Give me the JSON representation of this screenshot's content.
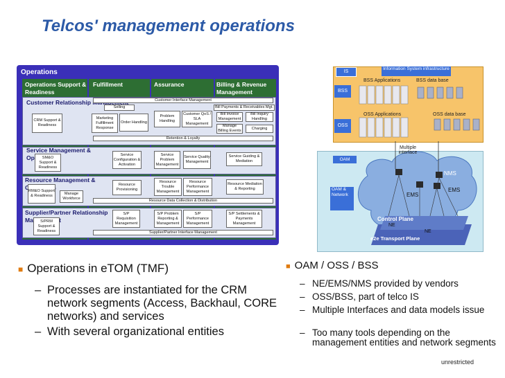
{
  "title": "Telcos' management operations",
  "etom": {
    "operations_label": "Operations",
    "columns": {
      "ops_support": "Operations Support & Readiness",
      "fulfillment": "Fulfillment",
      "assurance": "Assurance",
      "billing": "Billing & Revenue Management"
    },
    "crm": {
      "title": "Customer Relationship Management",
      "support": "CRM Support & Readiness",
      "interface_bar": "Customer Interface Management",
      "selling": "Selling",
      "marketing": "Marketing Fulfillment Response",
      "order": "Order Handling",
      "problem": "Problem Handling",
      "qos": "Customer QoS / SLA Management",
      "bill_payments": "Bill Payments & Receivables Mgt.",
      "bill_invoice": "Bill Invoice Management",
      "bill_inquiry": "Bill Inquiry Handling",
      "manage_billing": "Manage Billing Events",
      "charging": "Charging",
      "retention": "Retention & Loyalty"
    },
    "sm": {
      "title": "Service Management & Operations",
      "support": "SM&O Support & Readiness",
      "config": "Service Configuration & Activation",
      "problem": "Service Problem Management",
      "quality": "Service Quality Management",
      "guiding": "Service Guiding & Mediation"
    },
    "rm": {
      "title": "Resource Management & Operations",
      "support": "RM&O Support & Readiness",
      "workforce": "Manage Workforce",
      "provisioning": "Resource Provisioning",
      "trouble": "Resource Trouble Management",
      "performance": "Resource Performance Management",
      "mediation": "Resource Mediation & Reporting",
      "data_bar": "Resource Data Collection & Distribution"
    },
    "sp": {
      "title": "Supplier/Partner Relationship Management",
      "support": "S/PRM Support & Readiness",
      "requisition": "S/P Requisition Management",
      "problem": "S/P Problem Reporting & Management",
      "performance": "S/P Performance Management",
      "settlements": "S/P Settlements & Payments Management",
      "interface_bar": "Supplier/Partner Interface Management"
    }
  },
  "network": {
    "is_tab": "IS",
    "is_infra": "Information System infrastructure",
    "bss": "BSS",
    "oss": "OSS",
    "bss_apps": "BSS Applications",
    "bss_db": "BSS data base",
    "oss_apps": "OSS Applications",
    "oss_db": "OSS data base",
    "multiple_interface": "Multiple interface",
    "oam_tab": "OAM",
    "oam_network": "OAM & Network",
    "nms": "NMS",
    "ems1": "EMS",
    "ems2": "EMS",
    "control_plane": "Control Plane",
    "ne1": "NE",
    "ne2": "NE",
    "transport_plane": "e2e Transport Plane"
  },
  "left_bullets": {
    "main": "Operations in eTOM (TMF)",
    "subs": [
      "Processes are instantiated for the CRM network segments (Access, Backhaul, CORE networks) and services",
      "With several organizational entities"
    ]
  },
  "right_bullets": {
    "main": "OAM / OSS / BSS",
    "subs": [
      "NE/EMS/NMS provided by vendors",
      "OSS/BSS, part of telco IS",
      "Multiple Interfaces and data models issue",
      "Too many tools depending on the management entities and network segments"
    ]
  },
  "footer": "unrestricted",
  "colors": {
    "title": "#2c5aa7",
    "ops_panel": "#3a2fb8",
    "column": "#2d6e33",
    "accent_bullet": "#e07b10"
  }
}
